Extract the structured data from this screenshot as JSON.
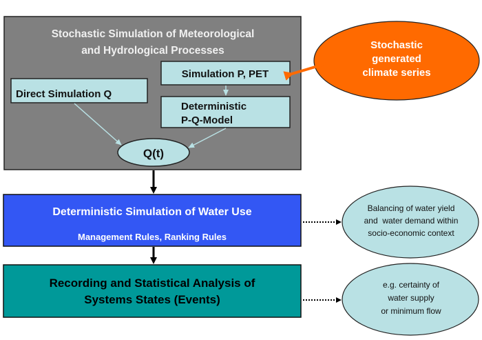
{
  "colors": {
    "gray_panel": "#808080",
    "light_teal": "#b9e1e4",
    "blue": "#3357f4",
    "teal": "#009999",
    "orange": "#ff6a00",
    "arrow_light": "#b9e1e4"
  },
  "stochastic_panel": {
    "title_line1": "Stochastic Simulation of Meteorological",
    "title_line2": "and Hydrological Processes",
    "direct_simulation": "Direct Simulation Q",
    "simulation_p_pet": "Simulation P, PET",
    "deterministic_line1": "Deterministic",
    "deterministic_line2": "P-Q-Model",
    "q_node": "Q(t)"
  },
  "climate_series": {
    "line1": "Stochastic",
    "line2": "generated",
    "line3": "climate series"
  },
  "water_use": {
    "title": "Deterministic Simulation of Water Use",
    "subtitle": "Management Rules, Ranking Rules"
  },
  "recording": {
    "line1": "Recording and Statistical Analysis of",
    "line2": "Systems States (Events)"
  },
  "balancing_note": {
    "line1": "Balancing of water yield",
    "line2": "and  water demand within",
    "line3": "socio-economic context"
  },
  "certainty_note": {
    "line1": "e.g. certainty of",
    "line2": "water supply",
    "line3": "or minimum flow"
  }
}
